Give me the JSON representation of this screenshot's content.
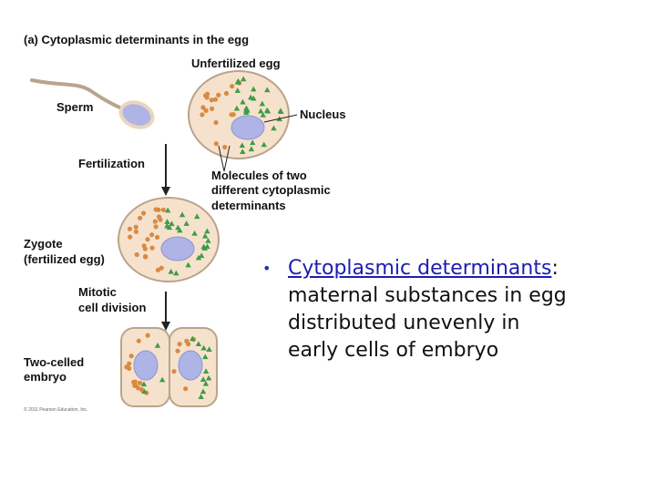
{
  "figure": {
    "title": "(a) Cytoplasmic determinants in the egg",
    "labels": {
      "unfertilized_egg": "Unfertilized egg",
      "sperm": "Sperm",
      "nucleus": "Nucleus",
      "fertilization": "Fertilization",
      "molecules_line1": "Molecules of two",
      "molecules_line2": "different cytoplasmic",
      "molecules_line3": "determinants",
      "zygote_line1": "Zygote",
      "zygote_line2": "(fertilized egg)",
      "mitotic_line1": "Mitotic",
      "mitotic_line2": "cell division",
      "two_celled_line1": "Two-celled",
      "two_celled_line2": "embryo"
    },
    "copyright": "© 2011 Pearson Education, Inc.",
    "colors": {
      "cell_fill": "#f6e2cc",
      "cell_stroke": "#b9a48c",
      "nucleus_fill": "#aeb4e6",
      "orange_dot": "#d88a45",
      "green_triangle": "#3f9b4a",
      "arrow": "#222222"
    }
  },
  "bullet": {
    "term": "Cytoplasmic determinants",
    "colon": ":",
    "lines": [
      "maternal substances in egg",
      "distributed unevenly in",
      "early cells of embryo"
    ],
    "term_color": "#1c1cb4"
  }
}
